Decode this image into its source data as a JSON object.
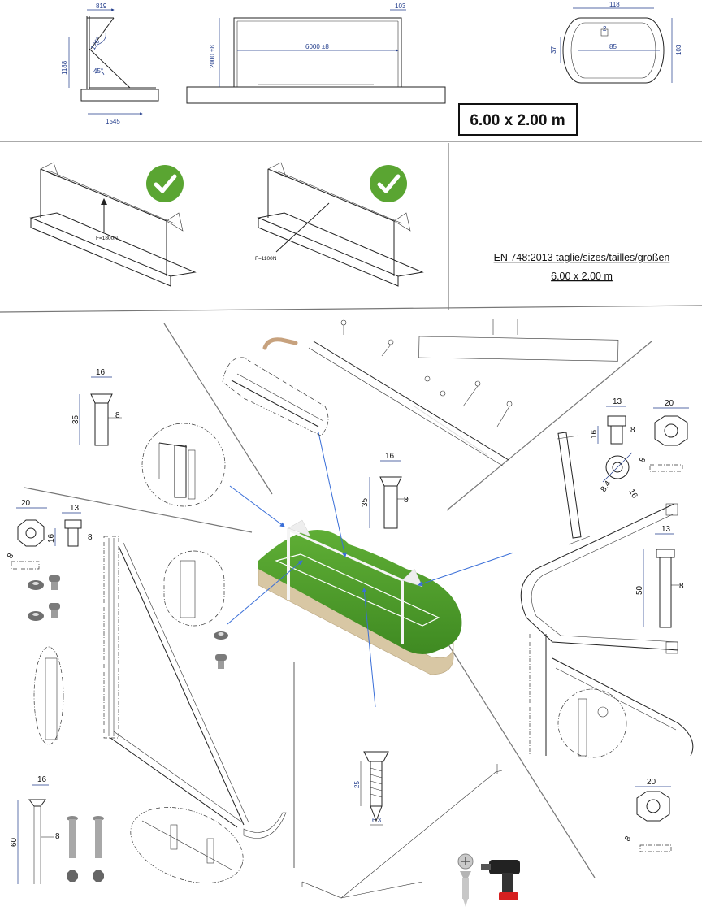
{
  "colors": {
    "dimension": "#1f3a8a",
    "check": "#5aa532",
    "turf": "#4f9a2c",
    "base": "#d8c7a4",
    "arrow": "#3a6fd8"
  },
  "icons": [
    "check-badge-icon",
    "check-badge-icon",
    "screw-icon",
    "drill-icon"
  ],
  "top": {
    "side_dims": {
      "top": "819",
      "height": "1188",
      "angle1": "126°",
      "angle2": "45°",
      "base": "1545"
    },
    "front_dims": {
      "height": "2000 ±8",
      "width": "6000 ±8",
      "post": "103"
    },
    "section_dims": {
      "width": "118",
      "slot": "2",
      "inner": "85",
      "side": "37",
      "height": "103"
    },
    "size_badge": "6.00 x 2.00 m"
  },
  "middle": {
    "force1": "F=1800N",
    "force2": "F=1100N",
    "standard_line1": "EN 748:2013 taglie/sizes/tailles/größen",
    "standard_line2": "6.00 x 2.00 m"
  },
  "bolts": {
    "bolt_a": {
      "w": "16",
      "l": "35",
      "d": "8"
    },
    "bolt_b": {
      "w": "16",
      "l": "35",
      "d": "8"
    },
    "nut_left": {
      "w": "20",
      "d": "8"
    },
    "head_left": {
      "w": "13",
      "h": "16",
      "d": "8"
    },
    "nut_right_top": {
      "w": "20",
      "d": "8"
    },
    "head_right": {
      "w": "13",
      "h": "16",
      "d": "8"
    },
    "washer": {
      "d1": "8.4",
      "d2": "16"
    },
    "bolt_right": {
      "w": "13",
      "l": "50",
      "d": "8"
    },
    "nut_right_bottom": {
      "w": "20",
      "d": "8"
    },
    "bolt_bottom": {
      "w": "16",
      "l": "60",
      "d": "8"
    },
    "screw": {
      "l": "25",
      "d": "6.3"
    }
  }
}
